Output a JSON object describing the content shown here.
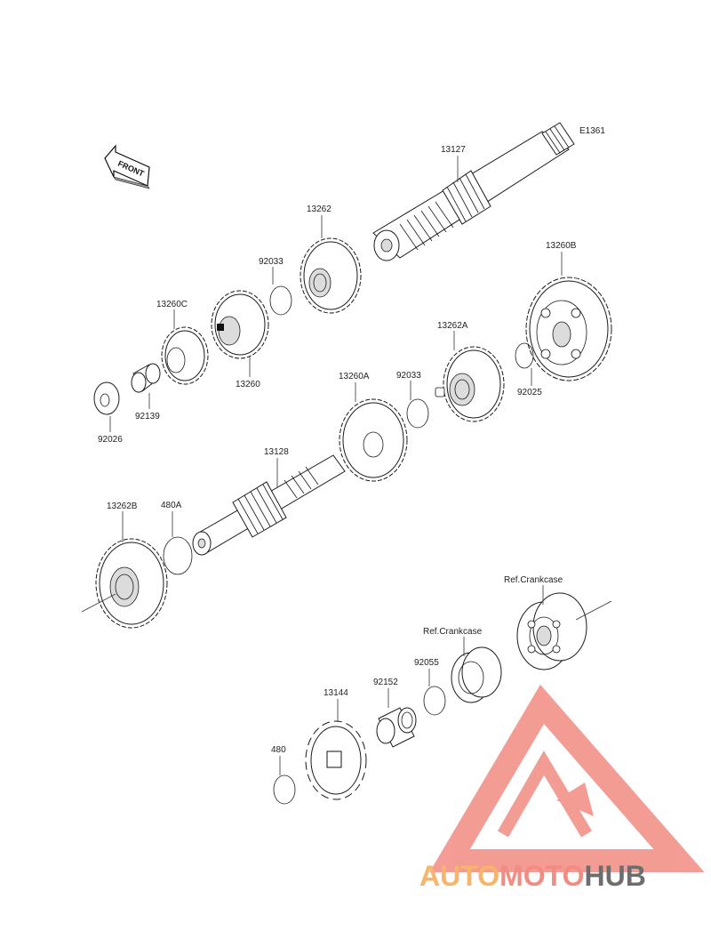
{
  "diagram_code": "E1361",
  "front_label": "FRONT",
  "parts": {
    "p13127": "13127",
    "p13262": "13262",
    "p92033a": "92033",
    "p13260C": "13260C",
    "p13260": "13260",
    "p92139": "92139",
    "p92026": "92026",
    "p13260B": "13260B",
    "p13262A": "13262A",
    "p92025": "92025",
    "p13260A": "13260A",
    "p92033b": "92033",
    "p13128": "13128",
    "p13262B": "13262B",
    "p480A": "480A",
    "pRef1": "Ref.Crankcase",
    "pRef2": "Ref.Crankcase",
    "p92055": "92055",
    "p92152": "92152",
    "p13144": "13144",
    "p480": "480"
  },
  "watermark": {
    "word_part1": "AUTO",
    "word_part2": "MOTO",
    "word_part3": "HUB",
    "color_accent": "#f28b82",
    "color_orange": "#f7b46a",
    "color_gray": "#6d6d6d"
  }
}
